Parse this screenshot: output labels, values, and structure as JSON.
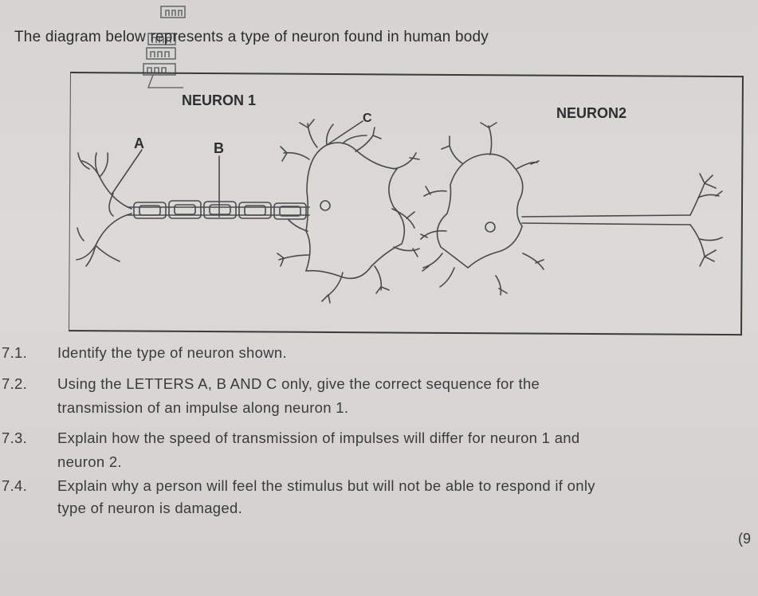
{
  "intro": "The diagram below represents a type of neuron found in human body",
  "diagram": {
    "neuron1_label": "NEURON 1",
    "neuron2_label": "NEURON2",
    "letters": {
      "a": "A",
      "b": "B",
      "c": "C"
    }
  },
  "questions": [
    {
      "num": "7.1.",
      "lines": [
        "Identify the type of neuron shown."
      ]
    },
    {
      "num": "7.2.",
      "lines": [
        "Using the LETTERS A, B AND C only, give the correct sequence for the",
        "transmission of an impulse along neuron 1."
      ]
    },
    {
      "num": "7.3.",
      "lines": [
        "Explain how the speed of transmission of impulses will differ for neuron 1 and",
        "neuron 2."
      ]
    },
    {
      "num": "7.4.",
      "lines": [
        "Explain why a person will feel the stimulus but will not be able to respond if only",
        "type of neuron is damaged."
      ]
    }
  ],
  "marks": "(9"
}
